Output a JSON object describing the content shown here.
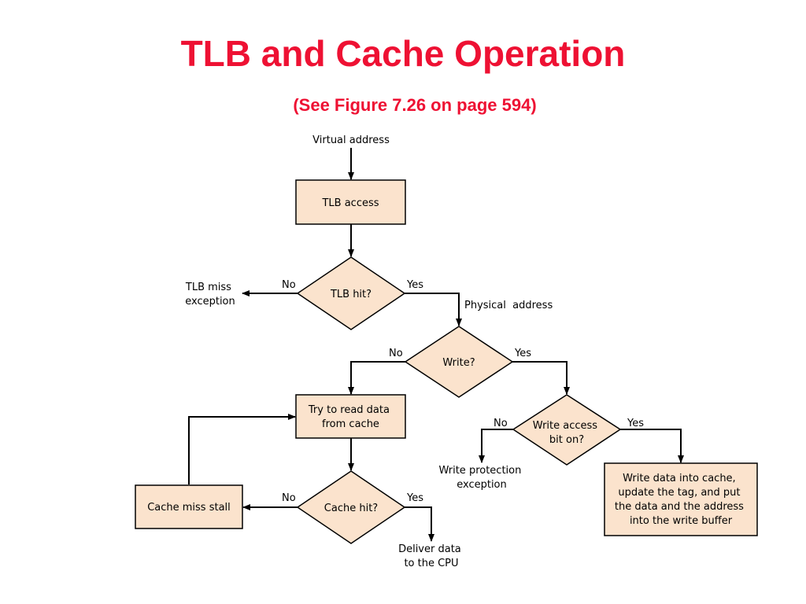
{
  "page": {
    "title": "TLB and Cache Operation",
    "subtitle": "(See Figure 7.26 on page 594)",
    "title_color": "#ee1133"
  },
  "diagram": {
    "box_fill": "#fbe3cd",
    "start_label": "Virtual address",
    "tlb_access": "TLB access",
    "tlb_hit": "TLB hit?",
    "tlb_miss_exception": [
      "TLB miss",
      "exception"
    ],
    "physical_address": "Physical  address",
    "write_decision": "Write?",
    "try_read": [
      "Try to read data",
      "from cache"
    ],
    "cache_hit": "Cache hit?",
    "cache_miss_stall": "Cache miss stall",
    "deliver_data": [
      "Deliver data",
      "to the CPU"
    ],
    "write_access_bit": [
      "Write access",
      "bit on?"
    ],
    "write_protection_exception": [
      "Write protection",
      "exception"
    ],
    "write_data": [
      "Write data into cache,",
      "update the tag, and put",
      "the data and the address",
      "into the write buffer"
    ],
    "branch_labels": {
      "yes": "Yes",
      "no": "No"
    }
  }
}
